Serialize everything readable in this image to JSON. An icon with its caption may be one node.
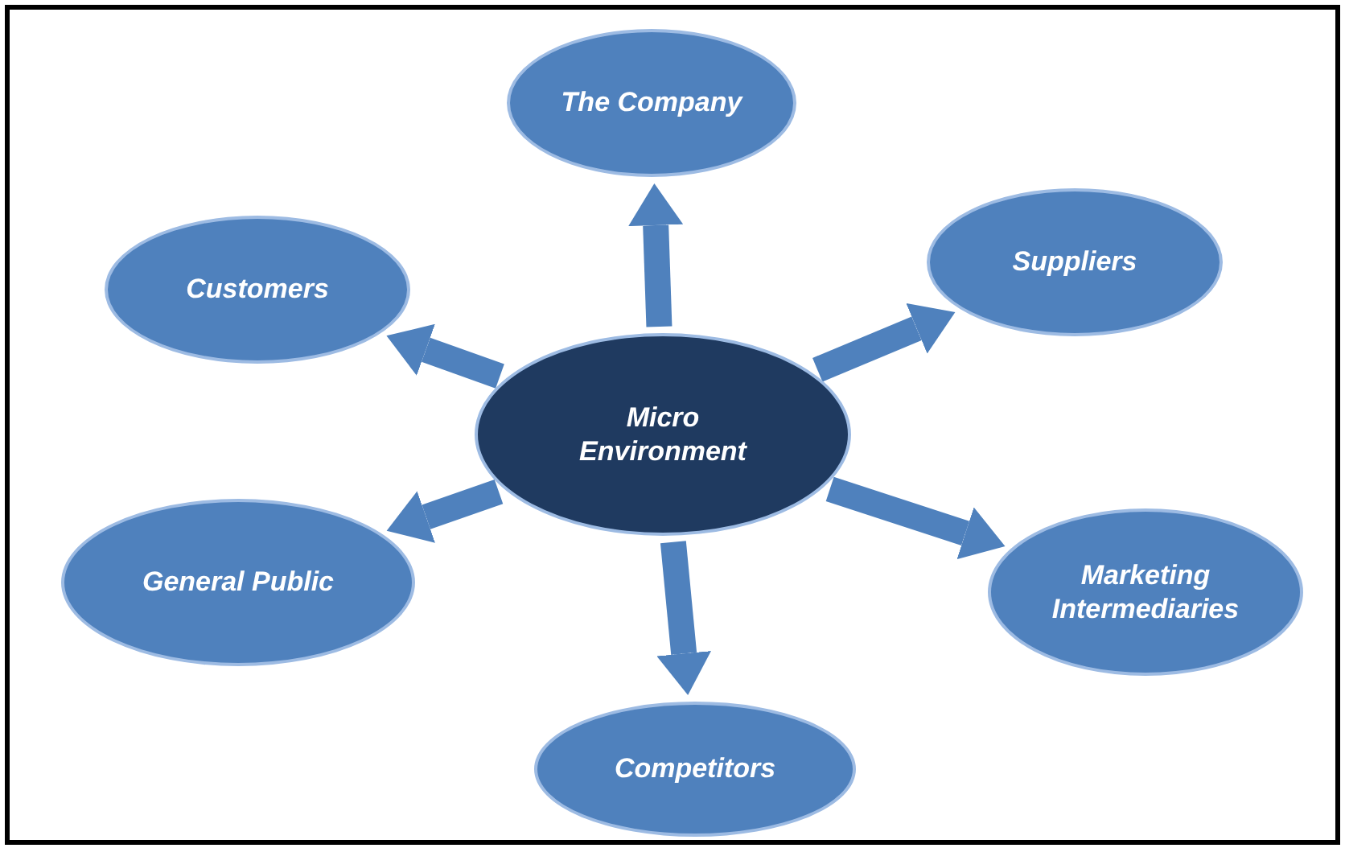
{
  "diagram": {
    "nodes": [
      {
        "text": [
          "The Company"
        ]
      },
      {
        "text": [
          "Customers"
        ]
      },
      {
        "text": [
          "Suppliers"
        ]
      },
      {
        "text": [
          "Micro Environment"
        ]
      },
      {
        "text": [
          "General Public"
        ]
      },
      {
        "text": [
          "Marketing Intermediaries"
        ]
      },
      {
        "text": [
          "Competitors"
        ]
      }
    ],
    "edges": [
      {
        "from": 3,
        "to": 0,
        "arrow": "to"
      },
      {
        "from": 3,
        "to": 1,
        "arrow": "to"
      },
      {
        "from": 3,
        "to": 2,
        "arrow": "to"
      },
      {
        "from": 3,
        "to": 4,
        "arrow": "to"
      },
      {
        "from": 3,
        "to": 5,
        "arrow": "to"
      },
      {
        "from": 3,
        "to": 6,
        "arrow": "to"
      }
    ]
  }
}
